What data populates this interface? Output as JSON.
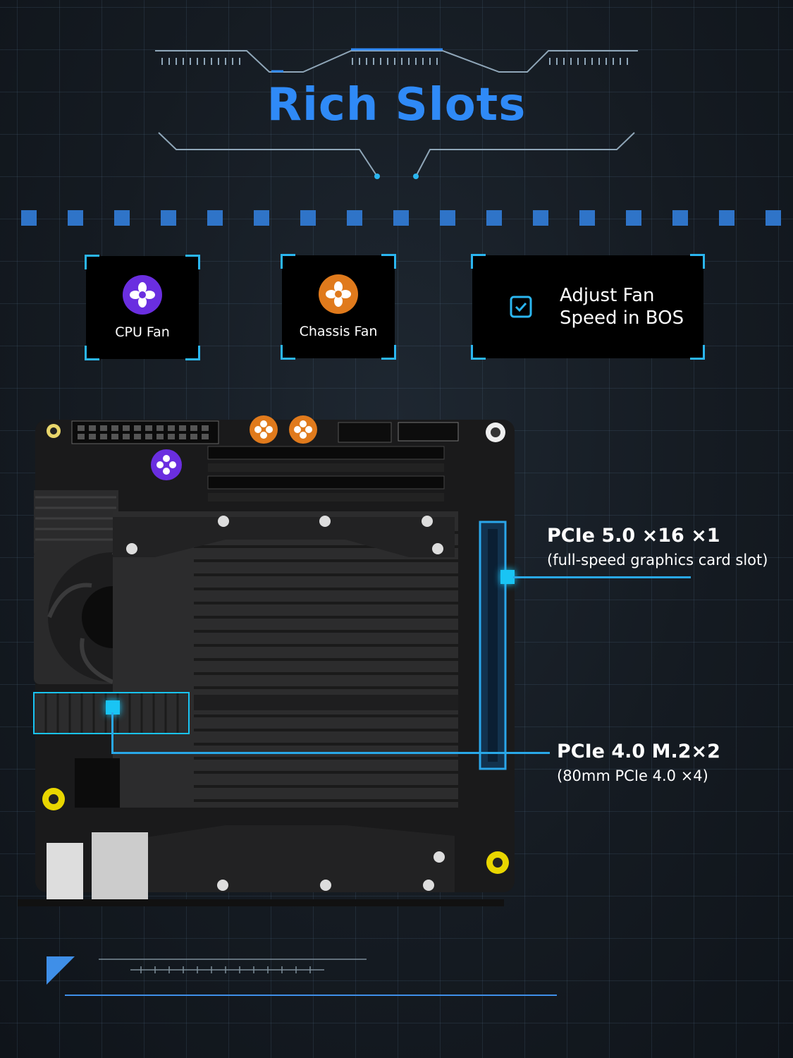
{
  "header": {
    "title": "Rich Slots"
  },
  "features": [
    {
      "label": "CPU Fan",
      "icon": "fan-icon",
      "color": "#6a2ee0"
    },
    {
      "label": "Chassis Fan",
      "icon": "fan-icon",
      "color": "#e07a1c"
    },
    {
      "label_line1": "Adjust Fan",
      "label_line2": "Speed in BOS",
      "icon": "checkbox-icon",
      "color": "#2bb6f0"
    }
  ],
  "callouts": {
    "pcie5": {
      "title": "PCIe 5.0 ×16 ×1",
      "subtitle": "(full-speed graphics card slot)"
    },
    "m2": {
      "title": "PCIe 4.0 M.2×2",
      "subtitle": "(80mm PCIe 4.0 ×4)"
    }
  },
  "colors": {
    "accent": "#2f8af7",
    "highlight": "#19c4f4",
    "background": "#151b22"
  }
}
